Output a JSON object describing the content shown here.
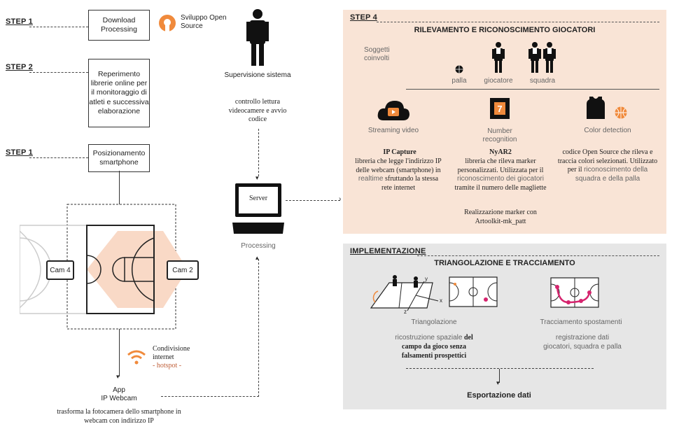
{
  "left": {
    "step1_top": "STEP 1",
    "step2": "STEP 2",
    "step1_mid": "STEP 1",
    "box_download": "Download Processing",
    "open_source_label": "Sviluppo Open Source",
    "box_libraries": "Reperimento librerie online per il monitoraggio di atleti e successiva elaborazione",
    "box_position": "Posizionamento smartphone",
    "cam4": "Cam 4",
    "cam2": "Cam 2",
    "sharing_title": "Condivisione internet",
    "sharing_sub": "- hotspot -",
    "app_title": "App",
    "app_sub": "IP Webcam",
    "app_desc": "trasforma la fotocamera dello smartphone in webcam con indirizzo IP"
  },
  "middle": {
    "supervision_title": "Supervisione sistema",
    "supervision_desc": "controllo lettura videocamere e avvio codice",
    "server_label": "Server",
    "processing_label": "Processing"
  },
  "step4": {
    "step_label": "STEP 4",
    "title": "RILEVAMENTO E RICONOSCIMENTO GIOCATORI",
    "subjects_label": "Soggetti coinvolti",
    "subject_ball": "palla",
    "subject_player": "giocatore",
    "subject_team": "squadra",
    "col1_title": "Streaming video",
    "col1_head": "IP Capture",
    "col1_text1": "libreria che legge l'indirizzo IP delle webcam (smartphone) in",
    "col1_text2": "realtime",
    "col1_text3": "sfruttando la stessa rete internet",
    "col2_title": "Number recognition",
    "col2_number": "7",
    "col2_head": "NyAR2",
    "col2_text1": "libreria che rileva marker personalizzati. Utilizzata per il",
    "col2_text2": "riconoscimento dei giocatori",
    "col2_text3": "tramite il numero delle magliette",
    "col2_extra": "Realizzazione marker con Artoolkit-mk_patt",
    "col3_title": "Color detection",
    "col3_text1": "codice Open Source che rileva e traccia colori selezionati. Utilizzato per il",
    "col3_text2": "riconoscimento della squadra e della palla"
  },
  "impl": {
    "label": "IMPLEMENTAZIONE",
    "title": "TRIANGOLAZIONE E TRACCIAMENTO",
    "tri_title": "Triangolazione",
    "tri_text1": "ricostruzione spaziale",
    "tri_text2": "del campo da gioco senza falsamenti prospettici",
    "track_title": "Tracciamento spostamenti",
    "track_text": "registrazione dati giocatori, squadra e palla",
    "export": "Esportazione dati",
    "axis_y": "y",
    "axis_x": "x",
    "axis_z": "z"
  },
  "colors": {
    "accent": "#f08a3c",
    "panel_peach": "#f9e4d6",
    "panel_gray": "#e6e6e6",
    "track_pink": "#d6246e"
  }
}
